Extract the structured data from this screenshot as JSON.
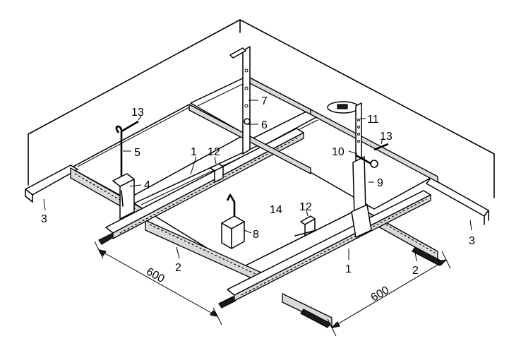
{
  "labels": {
    "main_runner_left": "1",
    "main_runner_right": "1",
    "cross_tee_left": "2",
    "cross_tee_right": "2",
    "wall_angle_left": "3",
    "wall_angle_right": "3",
    "clip_left": "4",
    "rod_left": "5",
    "bolt_back": "6",
    "hanger_back": "7",
    "clip_center": "8",
    "hanger_right": "9",
    "bolt_right": "10",
    "strip_right": "11",
    "connector_back": "12",
    "connector_center": "12",
    "wire_left": "13",
    "wire_right": "13",
    "panel": "14"
  },
  "dimensions": {
    "left": "600",
    "right": "600"
  }
}
